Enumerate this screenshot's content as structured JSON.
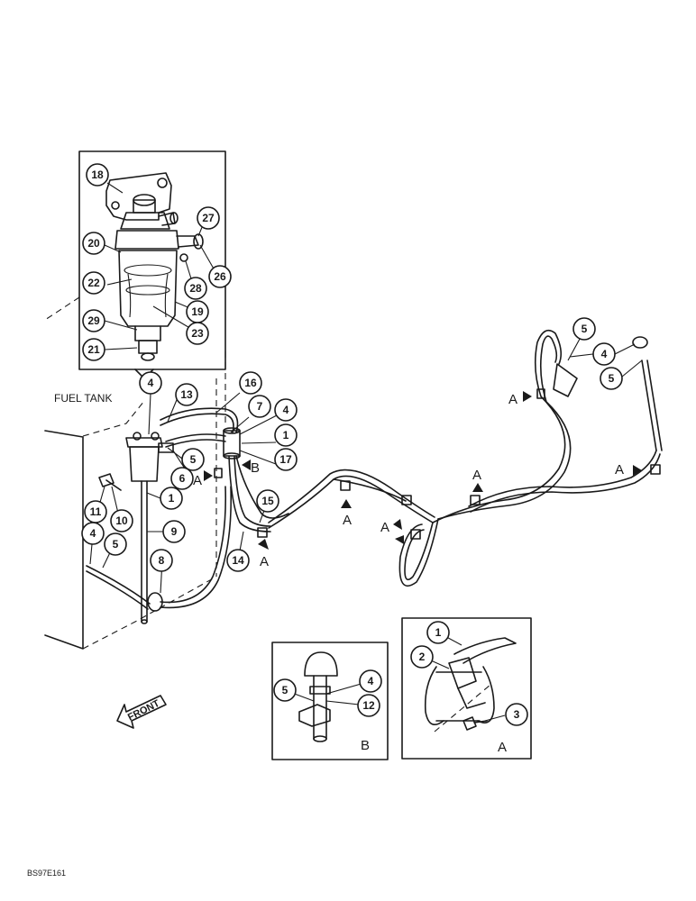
{
  "labels": {
    "fuel_tank": "FUEL TANK",
    "front": "FRONT",
    "view_a": "A",
    "view_b": "B",
    "drawing_code": "BS97E161",
    "ref_a": "A",
    "ref_b": "B"
  },
  "callouts": [
    "1",
    "2",
    "3",
    "4",
    "5",
    "6",
    "7",
    "8",
    "9",
    "10",
    "11",
    "12",
    "13",
    "14",
    "15",
    "16",
    "17",
    "18",
    "19",
    "20",
    "21",
    "22",
    "23",
    "26",
    "27",
    "28",
    "29"
  ]
}
